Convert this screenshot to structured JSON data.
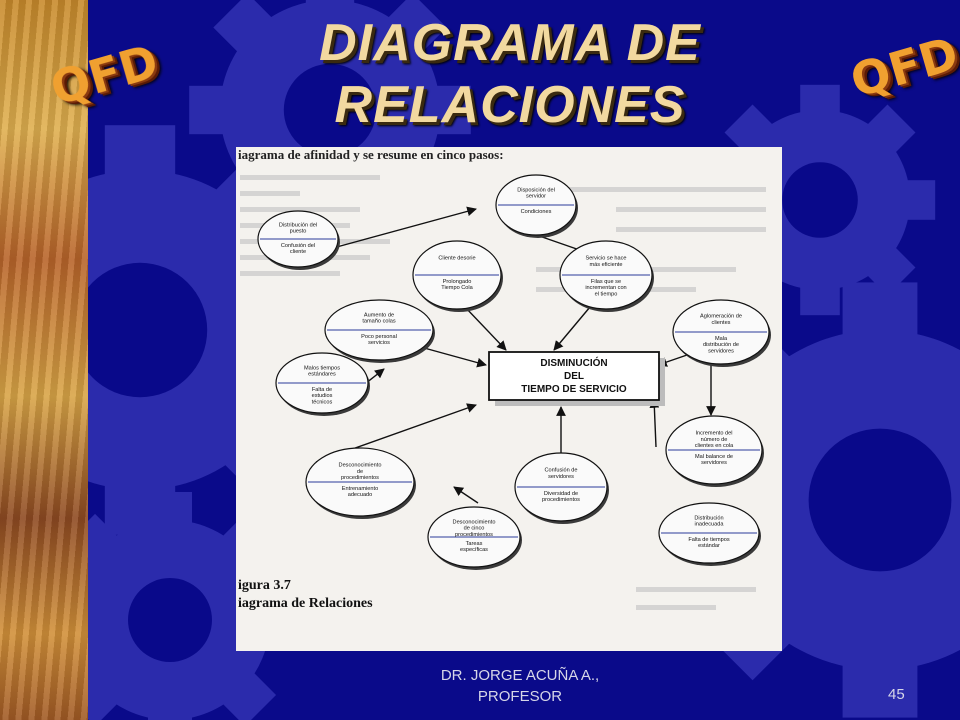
{
  "slide": {
    "title_line1": "DIAGRAMA DE",
    "title_line2": "RELACIONES",
    "logo_left": "QFD",
    "logo_right": "QFD",
    "author_line1": "DR. JORGE ACUÑA A.,",
    "author_line2": "PROFESOR",
    "page_number": "45"
  },
  "figure": {
    "header_text": "iagrama de afinidad y se resume en cinco pasos:",
    "caption_number": "igura 3.7",
    "caption_text": "iagrama de Relaciones",
    "center": {
      "line1": "DISMINUCIÓN",
      "line2": "DEL",
      "line3": "TIEMPO DE SERVICIO"
    },
    "nodes": [
      {
        "top": "Disposición del servidor",
        "bottom": "Condiciones"
      },
      {
        "top": "Distribución del puesto",
        "bottom": "Confusión del cliente"
      },
      {
        "top": "Cliente desorie",
        "bottom": "Prolongado Tiempo Cola"
      },
      {
        "top": "Servicio se hace más eficiente",
        "bottom": "Filas que se incrementan con el tiempo"
      },
      {
        "top": "Aumento de tamaño colas",
        "bottom": "Poco personal servicios"
      },
      {
        "top": "Aglomeración de clientes",
        "bottom": "Mala distribución de servidores"
      },
      {
        "top": "Malos tiempos estándares",
        "bottom": "Falta de estudios técnicos"
      },
      {
        "top": "Incremento del número de clientes en cola",
        "bottom": "Mal balance de servidores"
      },
      {
        "top": "Desconocimiento de procedimientos",
        "bottom": "Entrenamiento adecuado"
      },
      {
        "top": "Confusión de servidores",
        "bottom": "Diversidad de procedimientos"
      },
      {
        "top": "Desconocimiento de cinco procedimientos",
        "bottom": "Tareas específicas"
      },
      {
        "top": "Distribución inadecuada",
        "bottom": "Falta de tiempos estándar"
      }
    ]
  }
}
